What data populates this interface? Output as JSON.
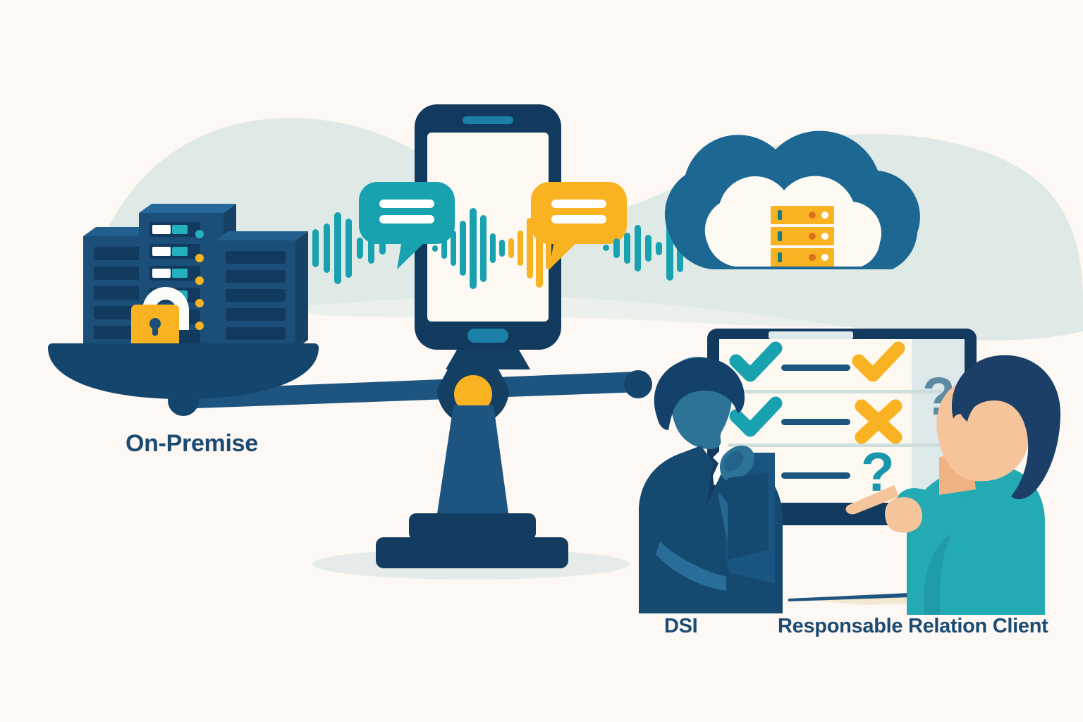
{
  "scene": {
    "title": "On-Premise vs Cloud voice solution decision illustration",
    "background_color": "#fdf8f3",
    "blob_color": "#dfe9e5"
  },
  "captions": {
    "on_premise": "On-Premise",
    "dsi": "DSI",
    "responsable_relation_client": "Responsable Relation Client"
  },
  "palette": {
    "navy_dark": "#113a5e",
    "navy": "#16496f",
    "navy_mid": "#1d5480",
    "blue_steel": "#236a95",
    "teal": "#18a2b0",
    "teal_bright": "#20b1bc",
    "yellow": "#f9b221",
    "yellow_deep": "#f0a81c",
    "cream": "#fdf8f3",
    "white": "#ffffff",
    "skin": "#f6c49b",
    "mint": "#dfe9e5",
    "panel_grey": "#dde8ea"
  },
  "left_pan": {
    "label": "On-Premise",
    "icon": "server-rack-with-padlock",
    "server_count": 3,
    "lock_color": "#f9b221",
    "status_lights": [
      "teal",
      "yellow",
      "yellow",
      "yellow",
      "yellow"
    ]
  },
  "center": {
    "device": "smartphone",
    "screen_content": "voice-waveform",
    "waveform_left_color": "#18a2b0",
    "waveform_right_color": "#f9b221",
    "speech_bubbles": [
      {
        "side": "left",
        "color": "#18a2b0",
        "lines": 2
      },
      {
        "side": "right",
        "color": "#f9b221",
        "lines": 2
      }
    ]
  },
  "right_cloud": {
    "icon": "cloud-with-servers",
    "cloud_color": "#1d6893",
    "inner_cloud_color": "#fdfaf4",
    "server_units": 3,
    "server_color": "#f9b221"
  },
  "connectors": [
    {
      "id": "left-waveform",
      "type": "audio-waveform",
      "color": "#18a2b0",
      "bars": 17
    },
    {
      "id": "right-waveform",
      "type": "audio-waveform",
      "color": "#18a2b0",
      "bars": 15
    }
  ],
  "checklist_screen": {
    "device": "monitor",
    "rows": [
      {
        "left_mark": "check",
        "left_color": "#18a2b0",
        "line": true,
        "right_mark": "check",
        "right_color": "#f9b221"
      },
      {
        "left_mark": "check",
        "left_color": "#18a2b0",
        "line": true,
        "right_mark": "cross",
        "right_color": "#f9b221"
      },
      {
        "left_mark": "none",
        "left_color": "",
        "line": true,
        "right_mark": "question",
        "right_color": "#1896ab"
      }
    ],
    "side_panel": {
      "mark": "question",
      "color": "#5d89a1",
      "background": "#dde8ea"
    }
  },
  "people": [
    {
      "id": "man",
      "label": "DSI",
      "pose": "hand-on-chin-thinking",
      "suit_color": "#16496f",
      "skin_color": "#2d7396"
    },
    {
      "id": "woman",
      "label": "Responsable Relation Client",
      "pose": "pointing-at-screen",
      "sweater_color": "#24aab2",
      "hair_color": "#1b3f66",
      "skin_color": "#f6c49b"
    }
  ],
  "scale": {
    "type": "balance-scale",
    "beam_color": "#1d5480",
    "pivot_color": "#f9b221",
    "base_color": "#113a5e",
    "tilt": "left-side-down"
  }
}
